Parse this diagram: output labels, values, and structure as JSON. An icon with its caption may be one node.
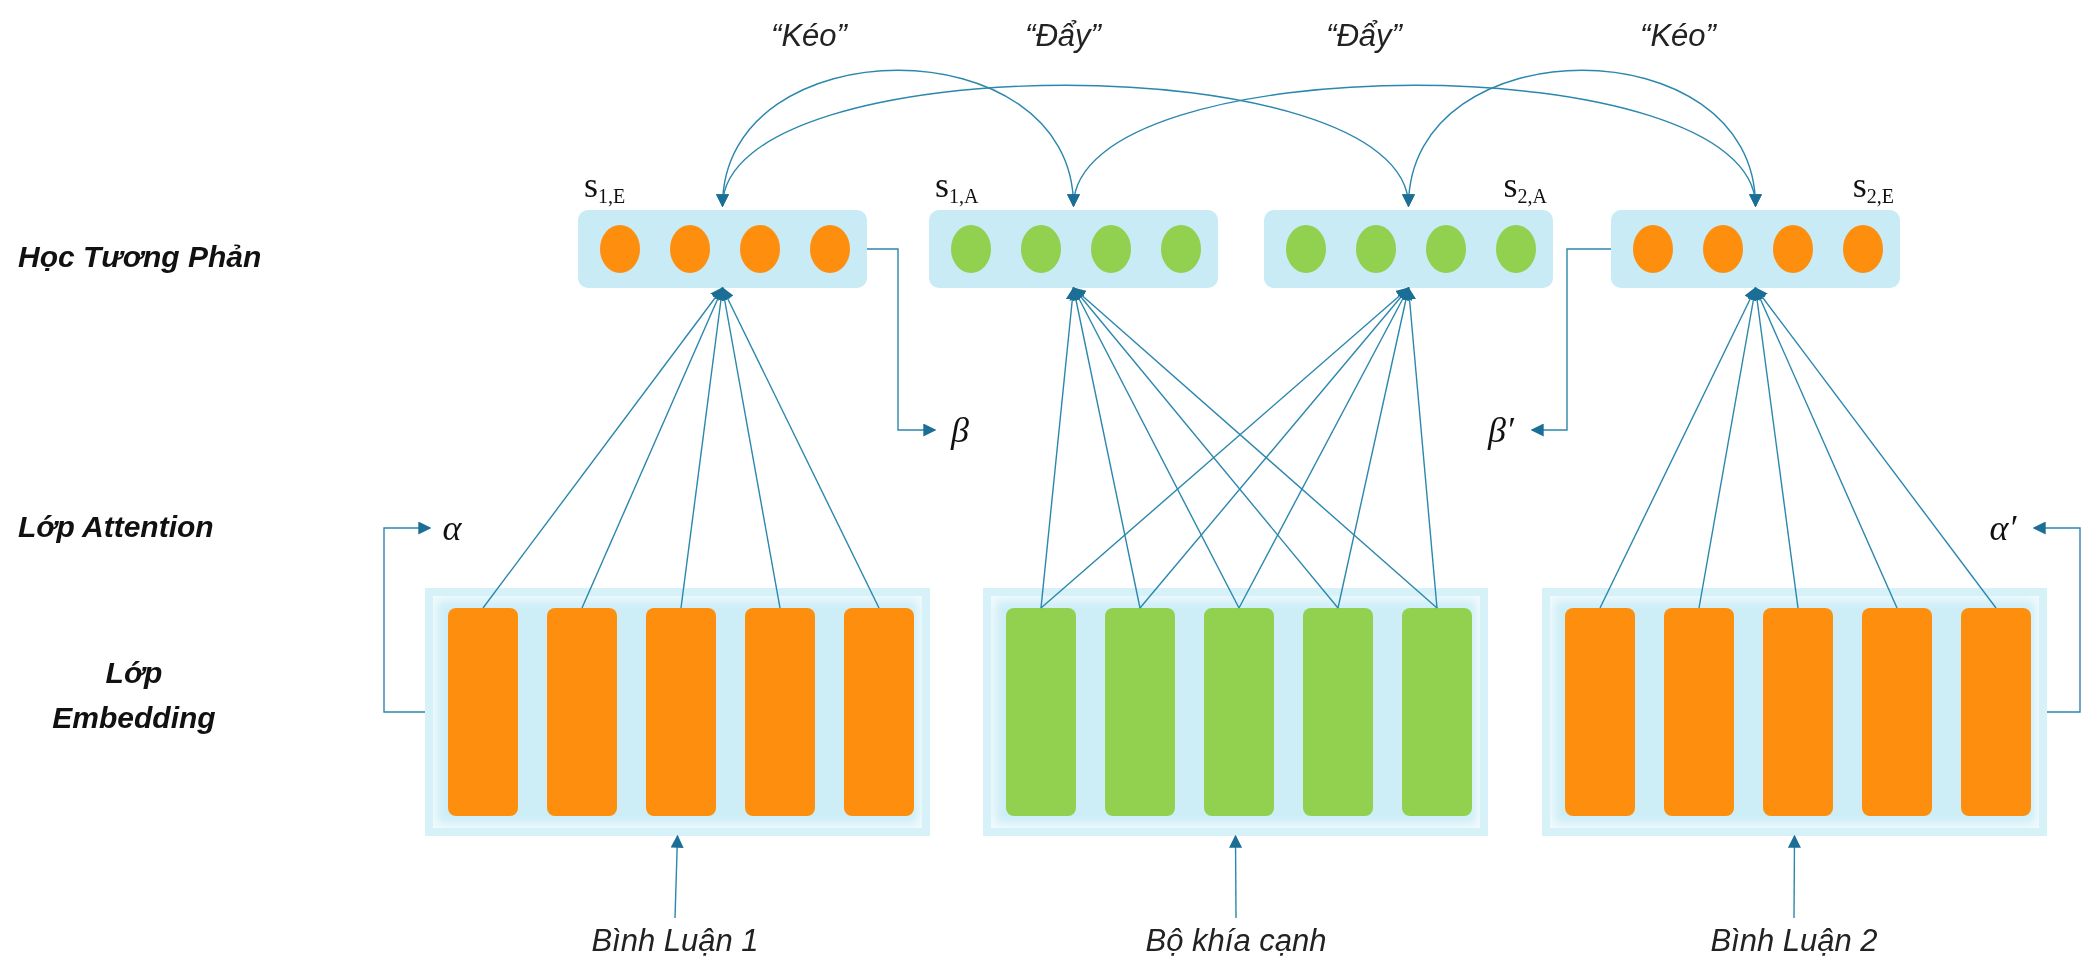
{
  "diagram": {
    "nodes": [
      {
        "text": [
          "s$_{1,E}$"
        ]
      },
      {
        "text": [],
        "shape": "circle",
        "in": 0
      },
      {
        "text": [],
        "shape": "circle",
        "in": 0
      },
      {
        "text": [],
        "shape": "circle",
        "in": 0
      },
      {
        "text": [],
        "shape": "circle",
        "in": 0
      },
      {
        "text": [
          "s$_{1,A}$"
        ]
      },
      {
        "text": [],
        "shape": "circle",
        "in": 5
      },
      {
        "text": [],
        "shape": "circle",
        "in": 5
      },
      {
        "text": [],
        "shape": "circle",
        "in": 5
      },
      {
        "text": [],
        "shape": "circle",
        "in": 5
      },
      {
        "text": [
          "s$_{2,A}$"
        ]
      },
      {
        "text": [],
        "shape": "circle",
        "in": 10
      },
      {
        "text": [],
        "shape": "circle",
        "in": 10
      },
      {
        "text": [],
        "shape": "circle",
        "in": 10
      },
      {
        "text": [],
        "shape": "circle",
        "in": 10
      },
      {
        "text": [
          "s$_{2,E}$"
        ]
      },
      {
        "text": [],
        "shape": "circle",
        "in": 15
      },
      {
        "text": [],
        "shape": "circle",
        "in": 15
      },
      {
        "text": [],
        "shape": "circle",
        "in": 15
      },
      {
        "text": [],
        "shape": "circle",
        "in": 15
      },
      {
        "text": [
          "β"
        ]
      },
      {
        "text": [
          "β′"
        ]
      },
      {
        "text": [
          "α"
        ]
      },
      {
        "text": [
          "α′"
        ]
      },
      {
        "text": [],
        "shape": "box"
      },
      {
        "text": [],
        "shape": "bar",
        "in": 24
      },
      {
        "text": [],
        "shape": "bar",
        "in": 24
      },
      {
        "text": [],
        "shape": "bar",
        "in": 24
      },
      {
        "text": [],
        "shape": "bar",
        "in": 24
      },
      {
        "text": [],
        "shape": "bar",
        "in": 24
      },
      {
        "text": [],
        "shape": "box"
      },
      {
        "text": [],
        "shape": "bar",
        "in": 30
      },
      {
        "text": [],
        "shape": "bar",
        "in": 30
      },
      {
        "text": [],
        "shape": "bar",
        "in": 30
      },
      {
        "text": [],
        "shape": "bar",
        "in": 30
      },
      {
        "text": [],
        "shape": "bar",
        "in": 30
      },
      {
        "text": [],
        "shape": "box"
      },
      {
        "text": [],
        "shape": "bar",
        "in": 36
      },
      {
        "text": [],
        "shape": "bar",
        "in": 36
      },
      {
        "text": [],
        "shape": "bar",
        "in": 36
      },
      {
        "text": [],
        "shape": "bar",
        "in": 36
      },
      {
        "text": [],
        "shape": "bar",
        "in": 36
      },
      {
        "text": [
          "Bình Luận 1"
        ]
      },
      {
        "text": [
          "Bộ khía cạnh"
        ]
      },
      {
        "text": [
          "Bình Luận 2"
        ]
      }
    ],
    "edges": [
      {
        "from": 0,
        "to": 5,
        "arrow": "both",
        "label": "“Kéo”"
      },
      {
        "from": 0,
        "to": 10,
        "arrow": "both",
        "label": "“Đẩy”"
      },
      {
        "from": 5,
        "to": 15,
        "arrow": "both",
        "label": "“Đẩy”"
      },
      {
        "from": 10,
        "to": 15,
        "arrow": "both",
        "label": "“Kéo”"
      },
      {
        "from": 0,
        "to": 20,
        "arrow": "to"
      },
      {
        "from": 15,
        "to": 21,
        "arrow": "to"
      },
      {
        "from": 24,
        "to": 22,
        "arrow": "to"
      },
      {
        "from": 36,
        "to": 23,
        "arrow": "to"
      },
      {
        "from": 25,
        "to": 0,
        "arrow": "to"
      },
      {
        "from": 26,
        "to": 0,
        "arrow": "to"
      },
      {
        "from": 27,
        "to": 0,
        "arrow": "to"
      },
      {
        "from": 28,
        "to": 0,
        "arrow": "to"
      },
      {
        "from": 29,
        "to": 0,
        "arrow": "to"
      },
      {
        "from": 31,
        "to": 5,
        "arrow": "to"
      },
      {
        "from": 32,
        "to": 5,
        "arrow": "to"
      },
      {
        "from": 33,
        "to": 5,
        "arrow": "to"
      },
      {
        "from": 34,
        "to": 5,
        "arrow": "to"
      },
      {
        "from": 35,
        "to": 5,
        "arrow": "to"
      },
      {
        "from": 31,
        "to": 10,
        "arrow": "to"
      },
      {
        "from": 32,
        "to": 10,
        "arrow": "to"
      },
      {
        "from": 33,
        "to": 10,
        "arrow": "to"
      },
      {
        "from": 34,
        "to": 10,
        "arrow": "to"
      },
      {
        "from": 35,
        "to": 10,
        "arrow": "to"
      },
      {
        "from": 37,
        "to": 15,
        "arrow": "to"
      },
      {
        "from": 38,
        "to": 15,
        "arrow": "to"
      },
      {
        "from": 39,
        "to": 15,
        "arrow": "to"
      },
      {
        "from": 40,
        "to": 15,
        "arrow": "to"
      },
      {
        "from": 41,
        "to": 15,
        "arrow": "to"
      },
      {
        "from": 42,
        "to": 24,
        "arrow": "to"
      },
      {
        "from": 43,
        "to": 30,
        "arrow": "to"
      },
      {
        "from": 44,
        "to": 36,
        "arrow": "to"
      }
    ],
    "labels": [
      "Học Tương Phản",
      "Lớp Attention",
      "Lớp Embedding"
    ]
  }
}
